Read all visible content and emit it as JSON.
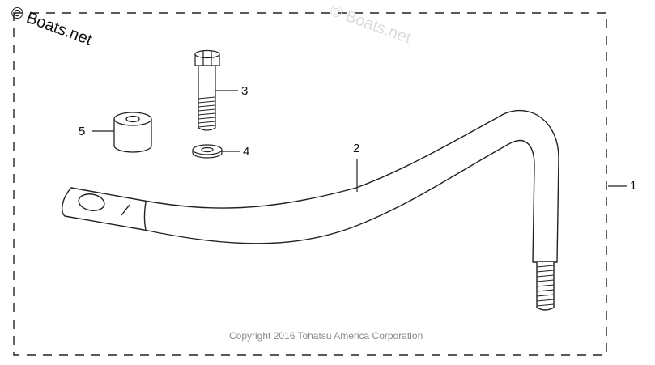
{
  "watermark": {
    "main": "© Boats.net",
    "faint": "© Boats.net"
  },
  "callouts": [
    {
      "id": "1",
      "label": "1"
    },
    {
      "id": "2",
      "label": "2"
    },
    {
      "id": "3",
      "label": "3"
    },
    {
      "id": "4",
      "label": "4"
    },
    {
      "id": "5",
      "label": "5"
    }
  ],
  "footer": {
    "copyright": "Copyright 2016 Tohatsu America Corporation"
  }
}
